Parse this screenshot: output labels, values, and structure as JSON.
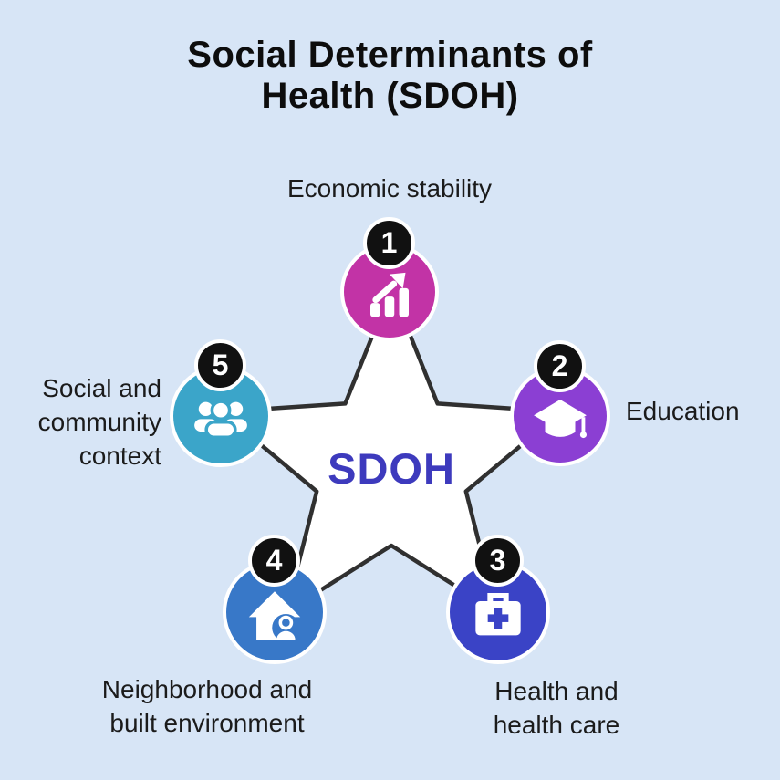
{
  "title": {
    "text": "Social Determinants of\nHealth (SDOH)"
  },
  "center_label": "SDOH",
  "items": [
    {
      "number": "1",
      "label": "Economic stability",
      "icon": "bar-chart-growth-icon"
    },
    {
      "number": "2",
      "label": "Education",
      "icon": "graduation-cap-icon"
    },
    {
      "number": "3",
      "label": "Health and\nhealth care",
      "icon": "first-aid-kit-icon"
    },
    {
      "number": "4",
      "label": "Neighborhood and\nbuilt environment",
      "icon": "house-person-icon"
    },
    {
      "number": "5",
      "label": "Social and\ncommunity\ncontext",
      "icon": "people-group-icon"
    }
  ],
  "colors": {
    "bg": "#d7e5f6",
    "economic": "#c233a6",
    "education": "#8b3fd3",
    "health": "#3a43c6",
    "neighborhood": "#3878c8",
    "social": "#3ba5c9",
    "center-label": "#3d3abd",
    "star-fill": "#ffffff",
    "star-stroke": "#303030",
    "badge-bg": "#111111",
    "badge-text": "#ffffff",
    "title-text": "#0d0d0d",
    "label-text": "#1b1b1b"
  }
}
